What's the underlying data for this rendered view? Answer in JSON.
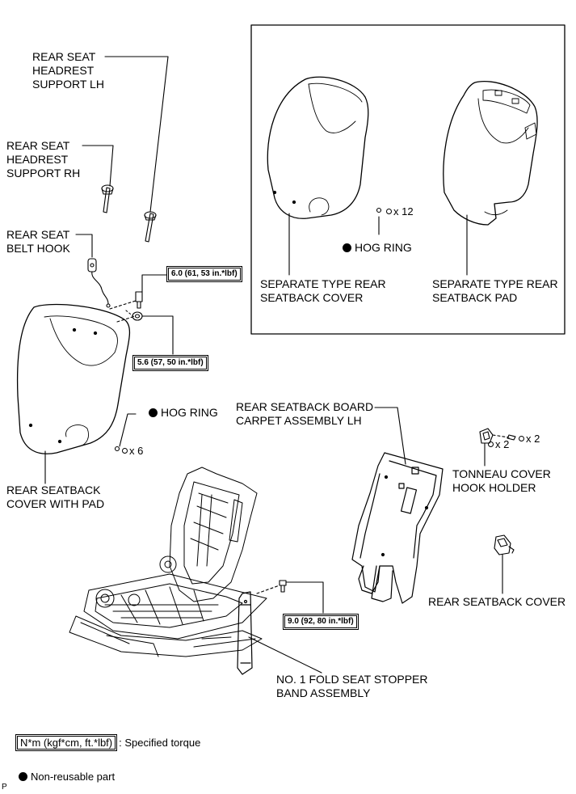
{
  "labels": {
    "headrest_support_lh": "REAR SEAT\nHEADREST\nSUPPORT LH",
    "headrest_support_rh": "REAR SEAT\nHEADREST\nSUPPORT RH",
    "belt_hook": "REAR SEAT\nBELT HOOK",
    "seatback_cover_with_pad": "REAR SEATBACK\nCOVER WITH PAD",
    "separate_cover": "SEPARATE TYPE REAR\nSEATBACK COVER",
    "separate_pad": "SEPARATE TYPE REAR\nSEATBACK PAD",
    "board_carpet": "REAR SEATBACK BOARD\nCARPET ASSEMBLY LH",
    "tonneau_holder": "TONNEAU COVER\nHOOK HOLDER",
    "rear_seatback_cover": "REAR SEATBACK COVER",
    "stopper_band": "NO. 1 FOLD SEAT STOPPER\nBAND ASSEMBLY"
  },
  "torques": {
    "t1": "6.0 (61, 53 in.*lbf)",
    "t2": "5.6 (57, 50 in.*lbf)",
    "t3": "9.0 (92, 80 in.*lbf)"
  },
  "hog_ring_label": "HOG RING",
  "counts": {
    "x12": "x 12",
    "x6": "x 6",
    "x2a": "x 2",
    "x2b": "x 2"
  },
  "legend": {
    "torque_box": "N*m (kgf*cm, ft.*lbf)",
    "torque_text": ": Specified torque",
    "nonreusable_text": "Non-reusable part"
  },
  "footer_letter": "P"
}
